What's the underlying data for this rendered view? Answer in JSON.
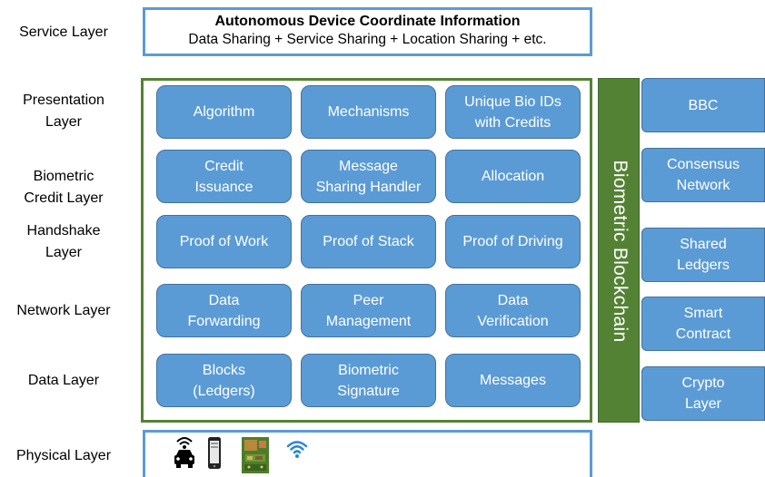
{
  "layers": [
    {
      "key": "service",
      "label": "Service Layer"
    },
    {
      "key": "presentation",
      "label": "Presentation\nLayer"
    },
    {
      "key": "biometric_credit",
      "label": "Biometric\nCredit Layer"
    },
    {
      "key": "handshake",
      "label": "Handshake\nLayer"
    },
    {
      "key": "network",
      "label": "Network Layer"
    },
    {
      "key": "data",
      "label": "Data Layer"
    },
    {
      "key": "physical",
      "label": "Physical Layer"
    }
  ],
  "service": {
    "title": "Autonomous Device Coordinate Information",
    "subtitle": "Data Sharing + Service Sharing + Location Sharing + etc."
  },
  "grid": [
    [
      "Algorithm",
      "Mechanisms",
      "Unique Bio IDs\nwith Credits"
    ],
    [
      "Credit\nIssuance",
      "Message\nSharing Handler",
      "Allocation"
    ],
    [
      "Proof of Work",
      "Proof of Stack",
      "Proof of Driving"
    ],
    [
      "Data\nForwarding",
      "Peer\nManagement",
      "Data\nVerification"
    ],
    [
      "Blocks\n(Ledgers)",
      "Biometric\nSignature",
      "Messages"
    ]
  ],
  "blockchain_label": "Biometric Blockchain",
  "side_boxes": [
    "BBC",
    "Consensus\nNetwork",
    "Shared\nLedgers",
    "Smart\nContract",
    "Crypto\nLayer"
  ],
  "physical_icons": [
    "autonomous-car-icon",
    "smartphone-icon",
    "circuit-board-icon",
    "wifi-icon"
  ],
  "colors": {
    "box_blue": "#5b9bd5",
    "box_border": "#41719c",
    "chain_green": "#548235",
    "text_white": "#ffffff"
  }
}
